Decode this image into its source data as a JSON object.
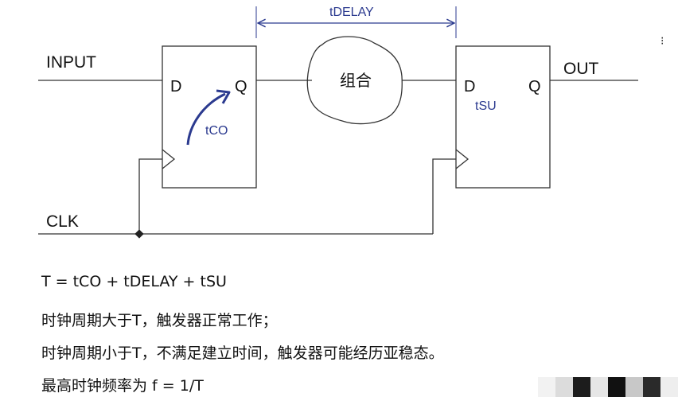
{
  "diagram": {
    "input_label": "INPUT",
    "clk_label": "CLK",
    "out_label": "OUT",
    "ff1": {
      "d": "D",
      "q": "Q",
      "tco": "tCO"
    },
    "ff2": {
      "d": "D",
      "q": "Q",
      "tsu": "tSU"
    },
    "delay_label": "tDELAY",
    "comb_label": "组合",
    "accent_color": "#2b3a8f"
  },
  "text": {
    "formula": "T = tCO + tDELAY + tSU",
    "line1": "时钟周期大于T，触发器正常工作；",
    "line2": "时钟周期小于T，不满足建立时间，触发器可能经历亚稳态。",
    "line3": "最高时钟频率为 f = 1/T"
  },
  "corner_glyph": "⁝"
}
